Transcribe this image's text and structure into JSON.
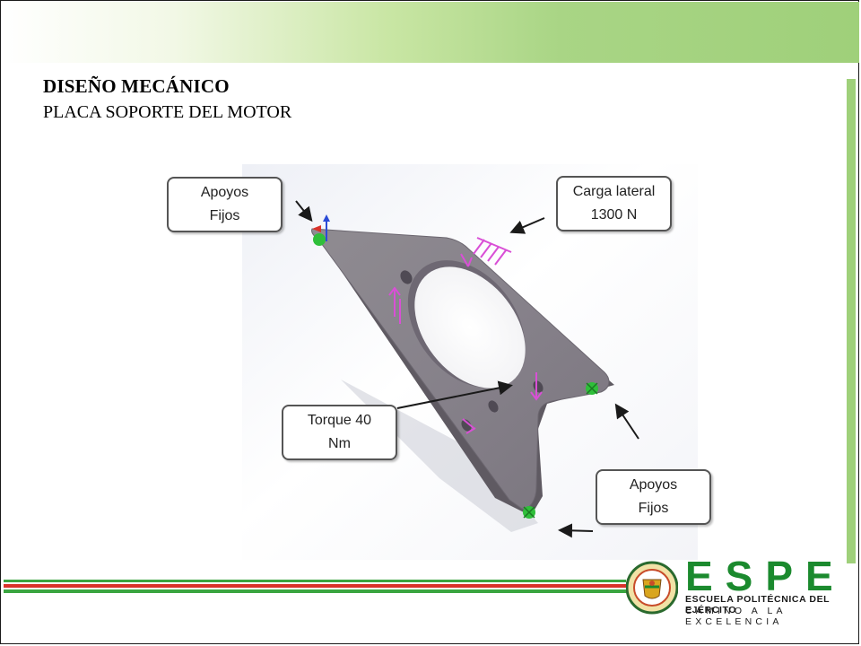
{
  "slide": {
    "title": "DISEÑO MECÁNICO",
    "subtitle": "PLACA SOPORTE DEL MOTOR"
  },
  "callouts": {
    "support_top": {
      "line1": "Apoyos",
      "line2": "Fijos"
    },
    "lateral_load": {
      "line1": "Carga lateral",
      "line2": "1300 N"
    },
    "torque": {
      "line1": "Torque 40",
      "line2": "Nm"
    },
    "support_bottom": {
      "line1": "Apoyos",
      "line2": "Fijos"
    }
  },
  "logo": {
    "wordmark": "ESPE",
    "tagline1": "ESCUELA POLITÉCNICA DEL EJÉRCITO",
    "tagline2": "CAMINO A LA EXCELENCIA"
  },
  "colors": {
    "brand_green": "#1b8a2e",
    "stripe_red": "#d9322a",
    "stripe_green": "#3aa540",
    "load_arrow": "#d94fd6",
    "fixture": "#2fbf3a"
  }
}
